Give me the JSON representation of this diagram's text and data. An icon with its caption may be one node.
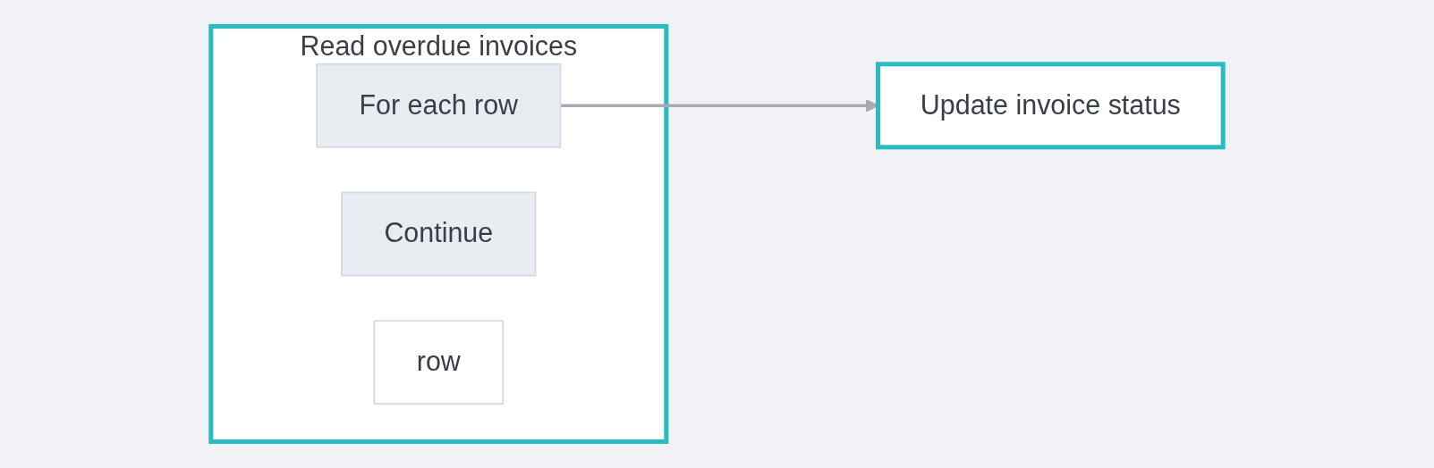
{
  "diagram": {
    "nodes": [
      {
        "text": [
          "Read overdue invoices"
        ]
      },
      {
        "text": [
          "For each row"
        ],
        "in": 0
      },
      {
        "text": [
          "Continue"
        ],
        "in": 0
      },
      {
        "text": [
          "row"
        ],
        "in": 0
      },
      {
        "text": [
          "Update invoice status"
        ]
      }
    ],
    "edges": [
      {
        "from": 1,
        "to": 4,
        "arrow": "to"
      }
    ]
  }
}
